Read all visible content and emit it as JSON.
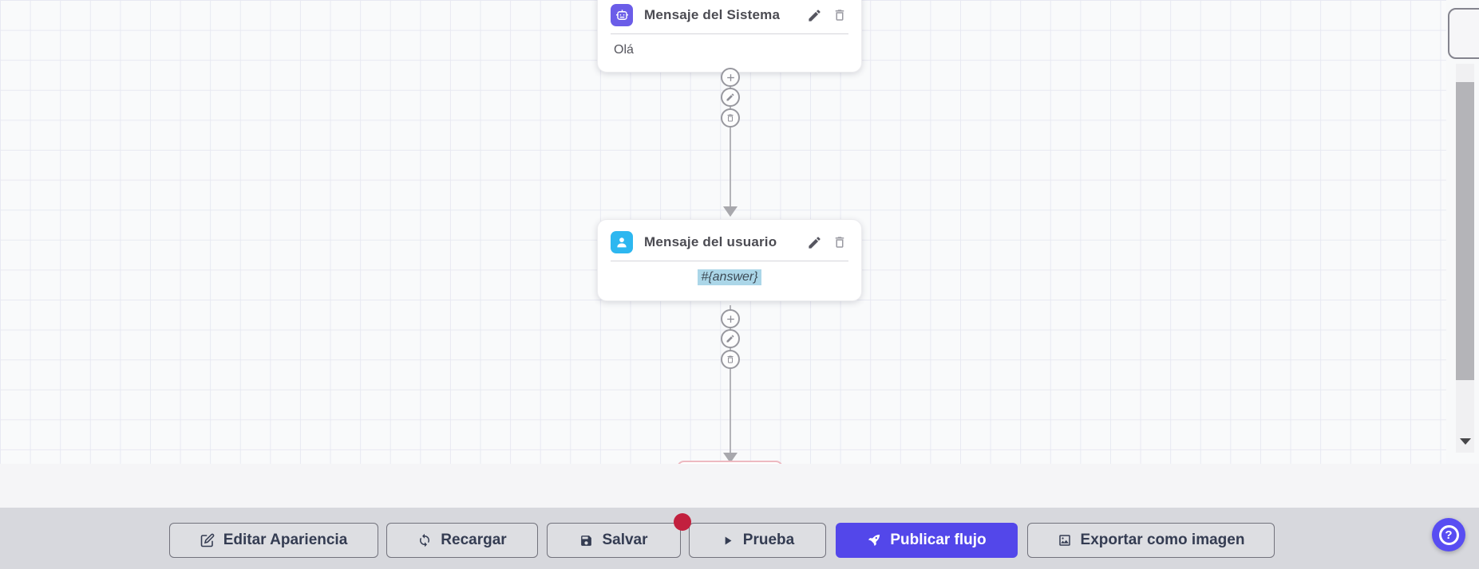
{
  "flow": {
    "nodes": [
      {
        "id": "system-message",
        "icon": "robot-icon",
        "icon_bg": "#6b5de8",
        "title": "Mensaje del Sistema",
        "content": "Olá"
      },
      {
        "id": "user-message",
        "icon": "user-icon",
        "icon_bg": "#2db7f0",
        "title": "Mensaje del usuario",
        "content": "#{answer}",
        "content_highlight_bg": "#abd6e8"
      }
    ],
    "step_actions": {
      "add": "+",
      "edit": "edit",
      "delete": "delete"
    }
  },
  "toolbar": {
    "buttons": [
      {
        "id": "edit-appearance",
        "label": "Editar Apariencia",
        "icon": "edit-square-icon"
      },
      {
        "id": "reload",
        "label": "Recargar",
        "icon": "refresh-icon"
      },
      {
        "id": "save",
        "label": "Salvar",
        "icon": "save-icon",
        "badge": true,
        "badge_color": "#c2203e"
      },
      {
        "id": "test",
        "label": "Prueba",
        "icon": "play-icon"
      },
      {
        "id": "publish",
        "label": "Publicar flujo",
        "icon": "rocket-icon",
        "primary": true,
        "bg": "#5347ea"
      },
      {
        "id": "export-image",
        "label": "Exportar como imagen",
        "icon": "image-icon"
      }
    ]
  },
  "help": {
    "glyph": "?"
  },
  "colors": {
    "canvas_bg": "#f9fafb",
    "grid_line": "#e8e9f2",
    "toolbar_bg": "#d7d8dd",
    "primary": "#5347ea",
    "help": "#584df2",
    "node_title": "#4b4b52"
  }
}
